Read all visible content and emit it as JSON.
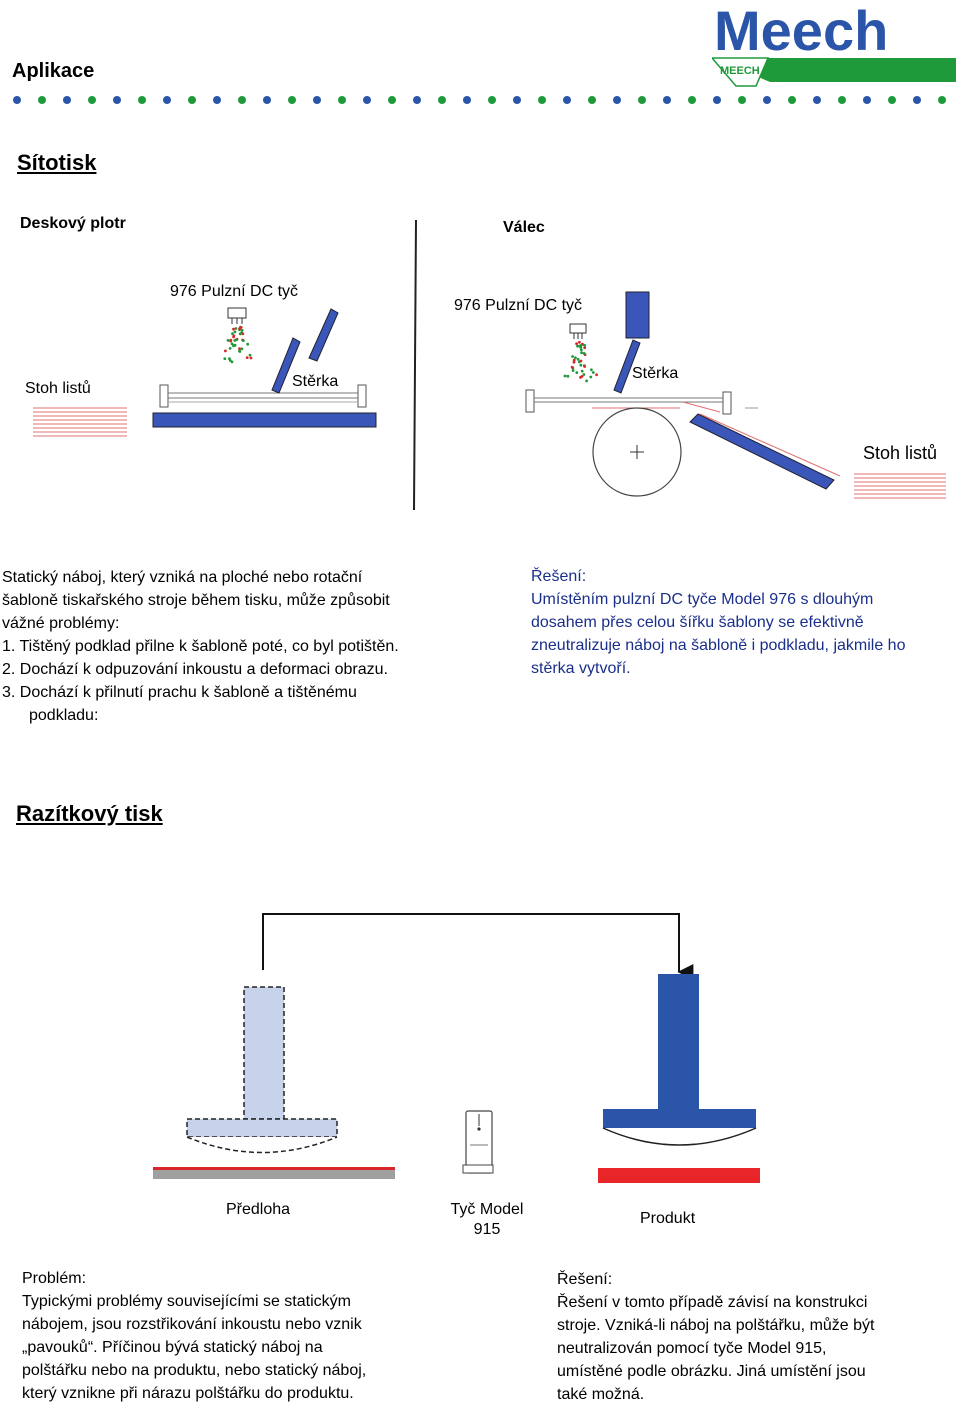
{
  "header": {
    "title": "Aplikace",
    "logo_text": "Meech",
    "logo_sub": "MEECH",
    "brand_blue": "#2a55a8",
    "brand_green": "#1f9a3a"
  },
  "section1": {
    "title": "Sítotisk",
    "left_heading": "Deskový plotr",
    "right_heading": "Válec",
    "left_bar_label": "976 Pulzní DC tyč",
    "right_bar_label": "976 Pulzní DC tyč",
    "left_stack_label": "Stoh listů",
    "left_squeegee_label": "Stěrka",
    "right_squeegee_label": "Stěrka",
    "right_stack_label": "Stoh listů",
    "problem_lines": [
      "Statický náboj, který vzniká na ploché nebo rotační",
      "šabloně tiskařského stroje během tisku, může způsobit",
      "vážné problémy:",
      "1. Tištěný podklad přilne k šabloně poté, co byl potištěn.",
      "2. Dochází k odpuzování inkoustu a deformaci obrazu.",
      "3. Dochází k přilnutí prachu k šabloně a tištěnému",
      "podkladu:"
    ],
    "solution_lines": [
      "Řešení:",
      "Umístěním pulzní DC tyče Model 976 s dlouhým",
      "dosahem přes celou šířku šablony se efektivně",
      "zneutralizuje náboj na šabloně i podkladu, jakmile ho",
      "stěrka vytvoří."
    ]
  },
  "section2": {
    "title": "Razítkový tisk",
    "label_left": "Předloha",
    "label_mid_1": "Tyč Model",
    "label_mid_2": "915",
    "label_right": "Produkt",
    "problem_lines": [
      "Problém:",
      "Typickými problémy souvisejícími se statickým",
      "nábojem, jsou rozstřikování inkoustu nebo vznik",
      "„pavouků“. Příčinou bývá statický náboj na",
      "polštářku nebo na produktu, nebo statický náboj,",
      "který vznikne při nárazu polštářku do produktu."
    ],
    "solution_lines": [
      "Řešení:",
      "Řešení v tomto případě závisí na konstrukci",
      "stroje. Vzniká-li náboj na polštářku, může být",
      "neutralizován pomocí tyče Model 915,",
      "umístěné podle obrázku. Jiná umístění jsou",
      "také možná."
    ]
  }
}
